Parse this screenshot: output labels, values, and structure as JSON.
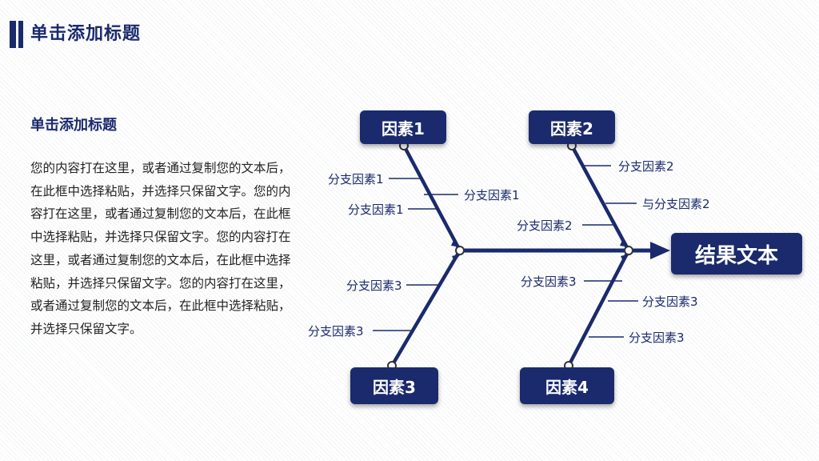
{
  "header": {
    "title": "单击添加标题"
  },
  "content": {
    "heading": "单击添加标题",
    "body": "您的内容打在这里，或者通过复制您的文本后，在此框中选择粘贴，并选择只保留文字。您的内容打在这里，或者通过复制您的文本后，在此框中选择粘贴，并选择只保留文字。您的内容打在这里，或者通过复制您的文本后，在此框中选择粘贴，并选择只保留文字。您的内容打在这里，或者通过复制您的文本后，在此框中选择粘贴，并选择只保留文字。"
  },
  "diagram": {
    "color": "#1a2a6c",
    "result": "结果文本",
    "factors": [
      "因素1",
      "因素2",
      "因素3",
      "因素4"
    ],
    "branches": {
      "f1": [
        "分支因素1",
        "分支因素1",
        "分支因素1"
      ],
      "f2": [
        "分支因素2",
        "与分支因素2",
        "分支因素2"
      ],
      "f3": [
        "分支因素3",
        "分支因素3"
      ],
      "f4": [
        "分支因素3",
        "分支因素3",
        "分支因素3"
      ]
    }
  }
}
